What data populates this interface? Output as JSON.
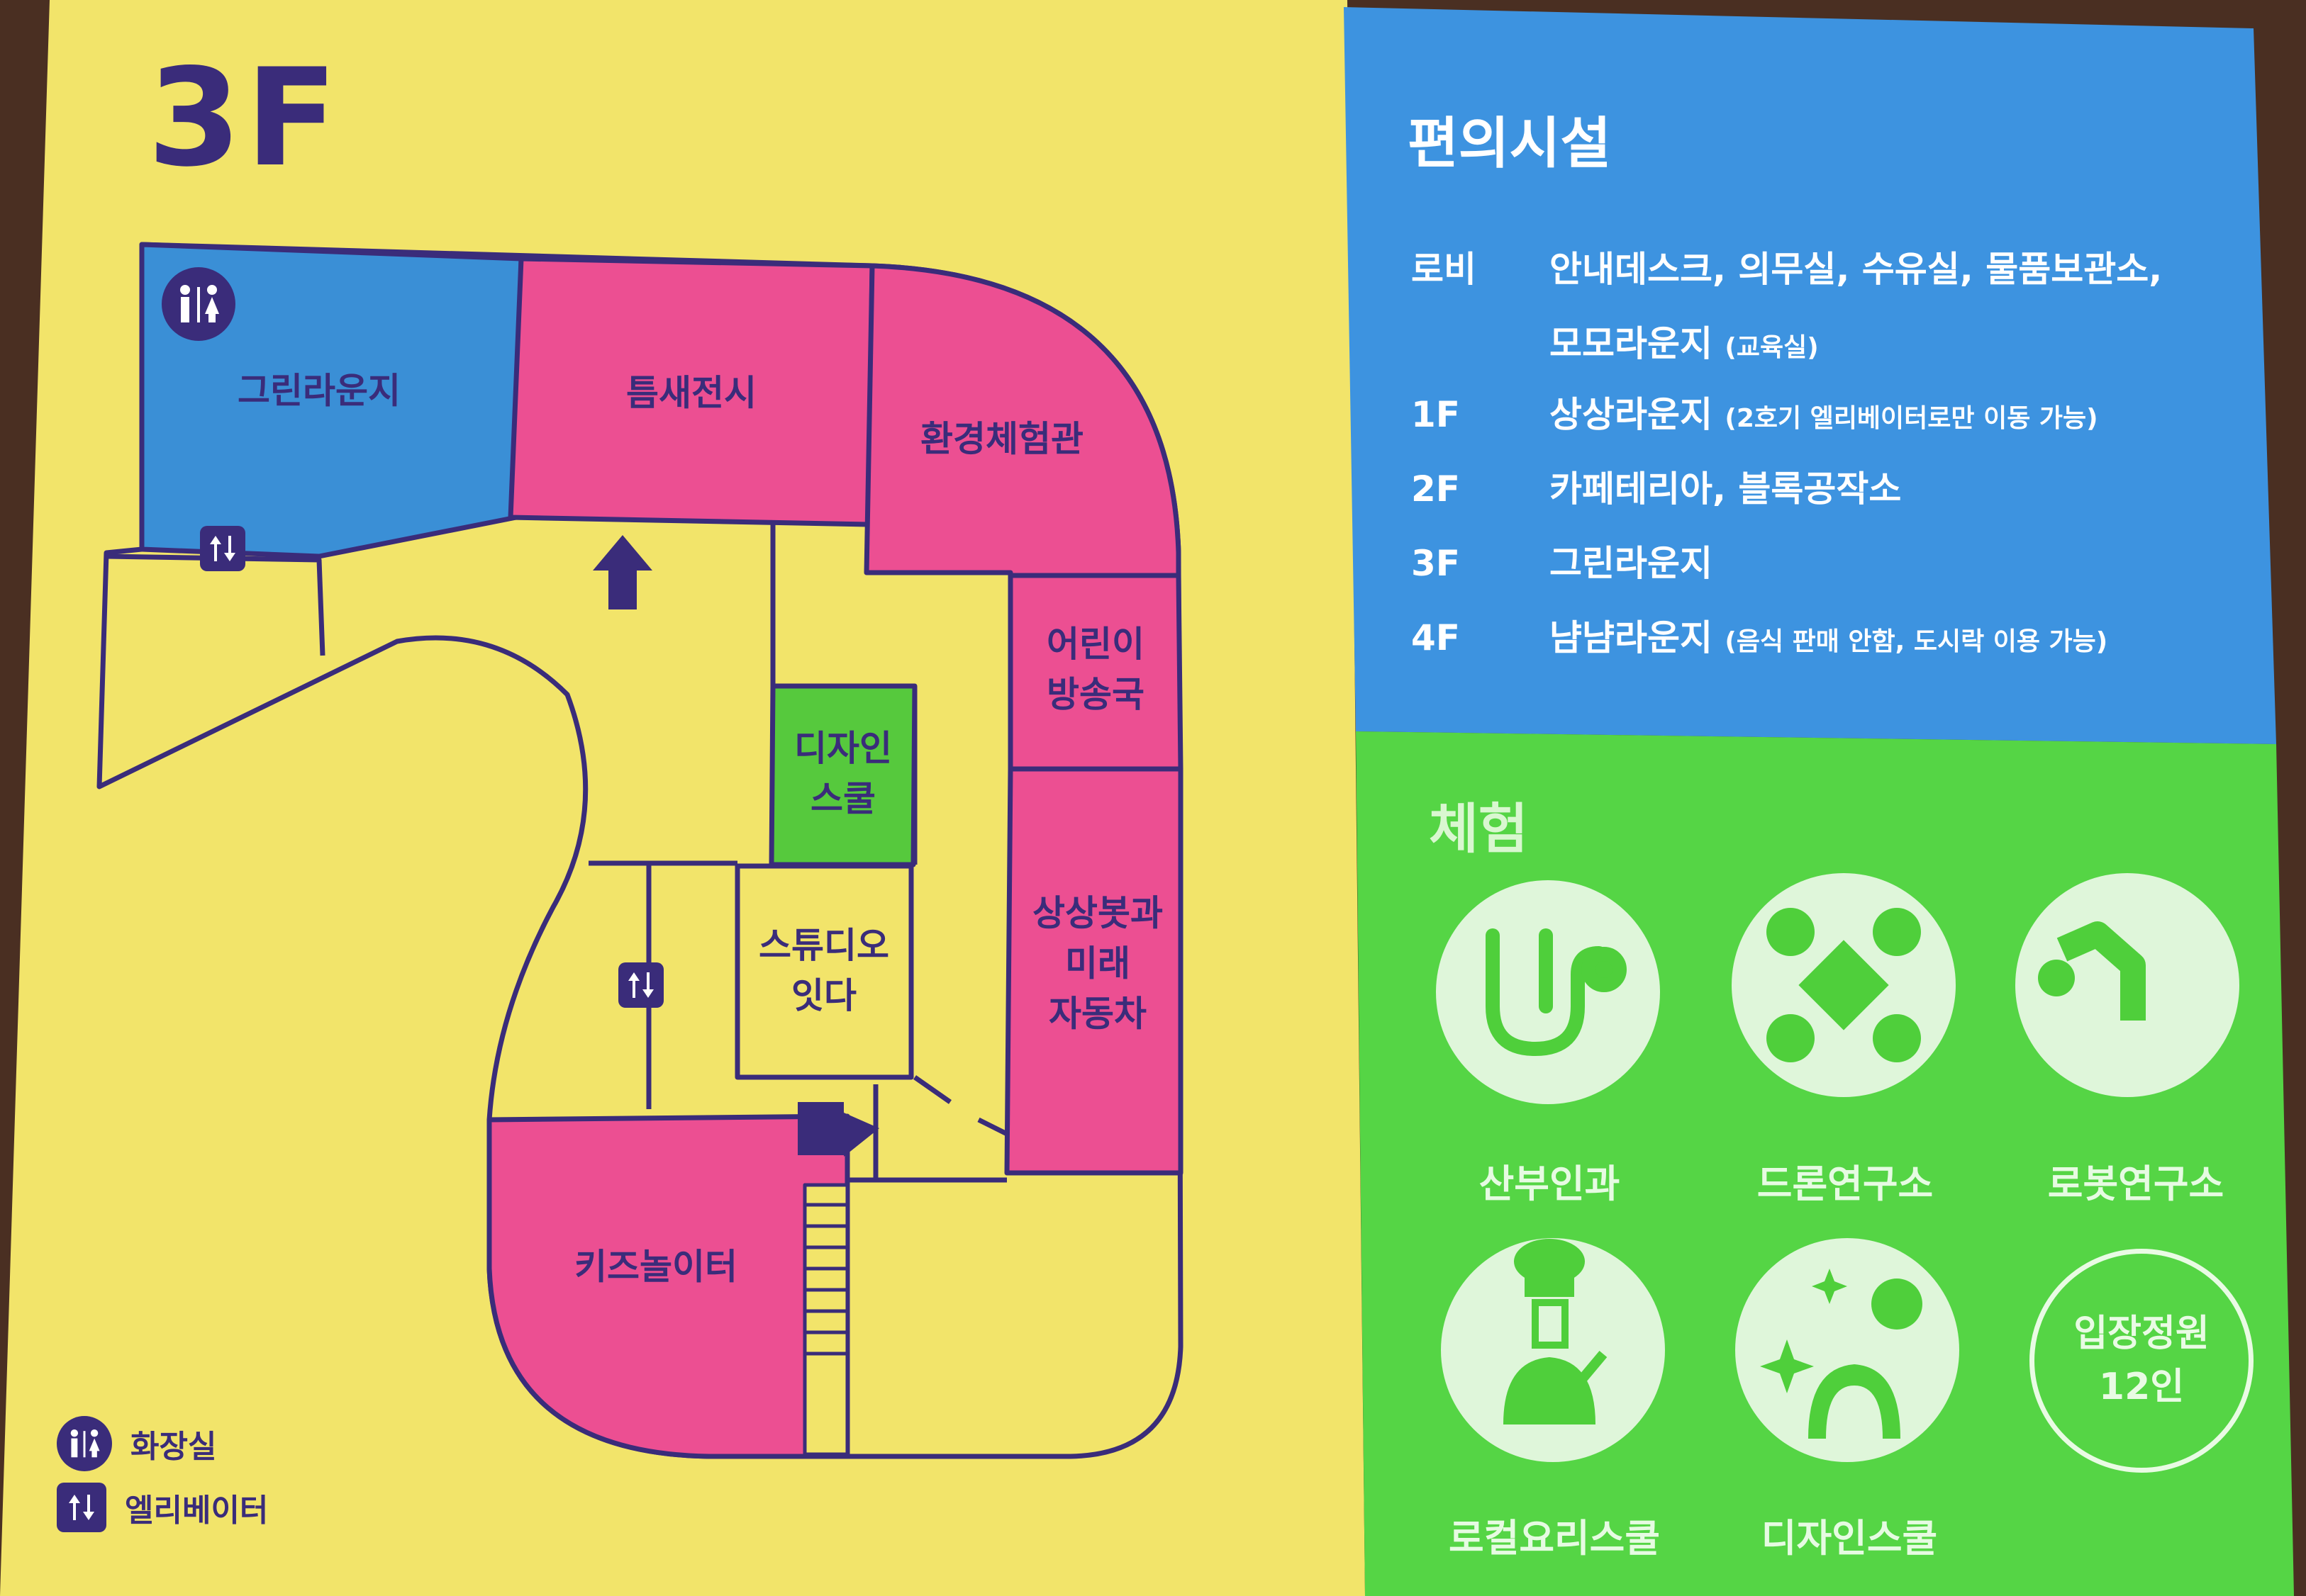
{
  "floor": "3F",
  "colors": {
    "map_background": "#f2e46a",
    "room_pink": "#ec4f92",
    "room_blue": "#3a8fd6",
    "room_green": "#56c93d",
    "outline": "#3a2c7a",
    "facilities_panel": "#3d93e0",
    "experience_panel": "#55d545"
  },
  "rooms": {
    "green_lounge": "그린라운지",
    "exhibition": "틈새전시",
    "environment_hall": "환경체험관",
    "kids_broadcast": [
      "어린이",
      "방송국"
    ],
    "design_school": [
      "디자인",
      "스쿨"
    ],
    "studio": [
      "스튜디오",
      "잇다"
    ],
    "future_car": [
      "상상봇과",
      "미래",
      "자동차"
    ],
    "kids_playground": "키즈놀이터"
  },
  "legend": {
    "restroom": "화장실",
    "elevator": "엘리베이터"
  },
  "facilities": {
    "title": "편의시설",
    "rows": [
      {
        "key": "로비",
        "value": "안내데스크, 의무실, 수유실, 물품보관소,"
      },
      {
        "key": "",
        "value": "모모라운지",
        "note": "(교육실)"
      },
      {
        "key": "1F",
        "value": "상상라운지",
        "note": "(2호기 엘리베이터로만 이동 가능)"
      },
      {
        "key": "2F",
        "value": "카페테리아, 블록공작소"
      },
      {
        "key": "3F",
        "value": "그린라운지"
      },
      {
        "key": "4F",
        "value": "냠냠라운지",
        "note": "(음식 판매 안함, 도시락 이용 가능)"
      }
    ]
  },
  "experience": {
    "title": "체험",
    "items": [
      {
        "label": "산부인과",
        "icon": "stethoscope-icon"
      },
      {
        "label": "드론연구소",
        "icon": "drone-icon"
      },
      {
        "label": "로봇연구소",
        "icon": "robot-arm-icon"
      },
      {
        "label": "로컬요리스쿨",
        "icon": "chef-icon"
      },
      {
        "label": "디자인스쿨",
        "icon": "design-sparkle-icon"
      }
    ],
    "capacity": [
      "입장정원",
      "12인"
    ]
  }
}
